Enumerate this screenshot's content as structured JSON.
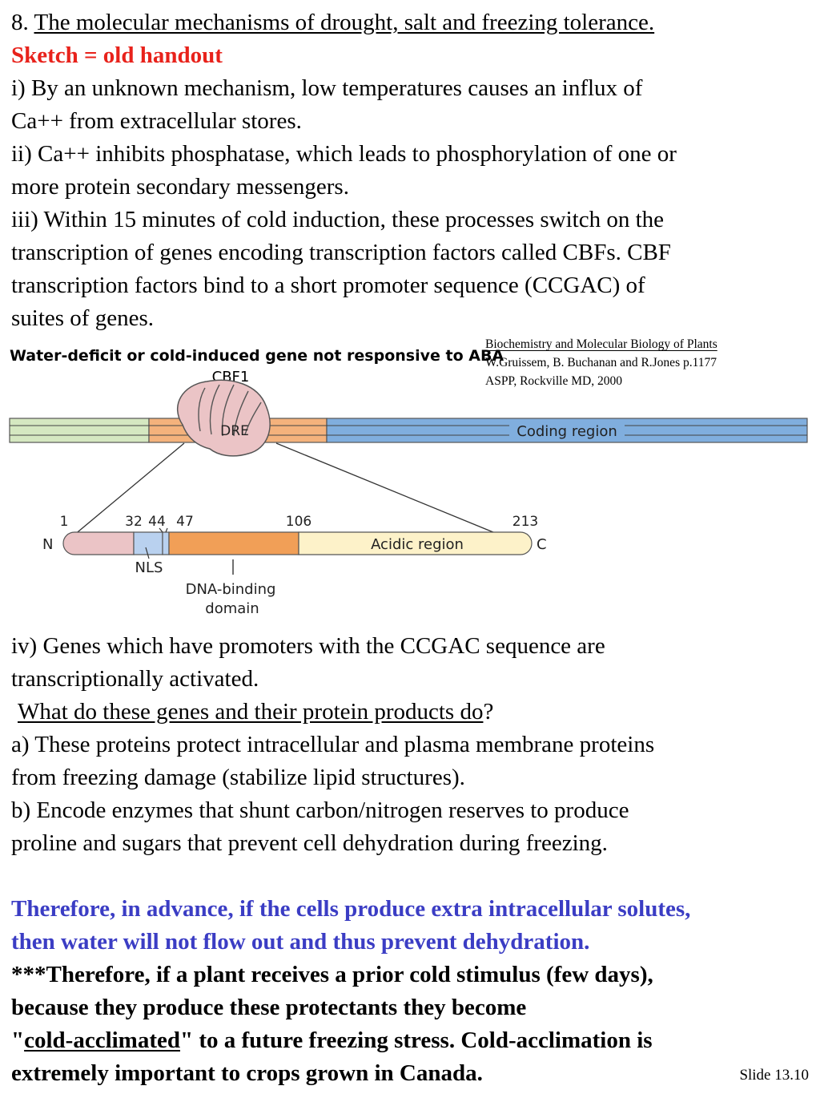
{
  "heading": {
    "number": "8.",
    "title": "The molecular mechanisms of drought, salt and freezing tolerance."
  },
  "sketch_note": "Sketch = old handout",
  "steps": {
    "i": [
      "i)  By an unknown mechanism, low temperatures causes an influx of",
      "Ca++ from extracellular stores."
    ],
    "ii": [
      "ii)  Ca++ inhibits phosphatase, which leads to phosphorylation of one or",
      "more protein secondary messengers."
    ],
    "iii": [
      "iii)  Within 15 minutes of cold induction, these processes switch on the",
      "transcription of genes encoding transcription factors called CBFs.  CBF",
      "transcription factors bind to a short promoter sequence (CCGAC) of",
      "suites of genes."
    ]
  },
  "citation": {
    "title": "Biochemistry and Molecular Biology of Plants",
    "authors": "W.Gruissem, B. Buchanan and R.Jones p.1177",
    "publisher": "ASPP, Rockville MD, 2000"
  },
  "figure": {
    "title": "Water-deficit or cold-induced gene not responsive to ABA",
    "protein_label": "CBF1",
    "element_label": "DRE",
    "coding_label": "Coding region",
    "positions": [
      "1",
      "32",
      "44",
      "47",
      "106",
      "213"
    ],
    "n_term": "N",
    "c_term": "C",
    "acidic_label": "Acidic region",
    "nls_label": "NLS",
    "dna_binding_label": [
      "DNA-binding",
      "domain"
    ],
    "colors": {
      "green": "#d5e8c1",
      "orange": "#f4b27c",
      "blue": "#80aede",
      "pink": "#ebc4c6",
      "nls_blue": "#b9d1ef",
      "acidic_yellow": "#fdf2c9",
      "dna_binding_orange": "#f19f57"
    }
  },
  "step_iv": [
    "iv)  Genes which have promoters with the CCGAC sequence are",
    "transcriptionally activated."
  ],
  "question": {
    "text": "What do these genes and their protein products do",
    "mark": "?"
  },
  "answers": {
    "a": [
      "a) These proteins protect intracellular and plasma membrane proteins",
      "from freezing damage (stabilize lipid structures)."
    ],
    "b": [
      "b) Encode enzymes that shunt carbon/nitrogen reserves to produce",
      "proline and sugars that prevent cell dehydration during freezing."
    ]
  },
  "conclusion_blue": [
    "Therefore, in advance, if the cells produce extra intracellular solutes,",
    "then water will not flow out and thus prevent dehydration."
  ],
  "conclusion_black": {
    "line1": "***Therefore, if a plant receives a prior cold stimulus (few days),",
    "line2": "because they produce these protectants they become",
    "line3_open_quote": "\"",
    "line3_term": "cold-acclimated",
    "line3_rest": "\" to a future freezing stress.  Cold-acclimation is",
    "line4": "extremely important to crops grown in Canada."
  },
  "slide_number": "Slide 13.10"
}
